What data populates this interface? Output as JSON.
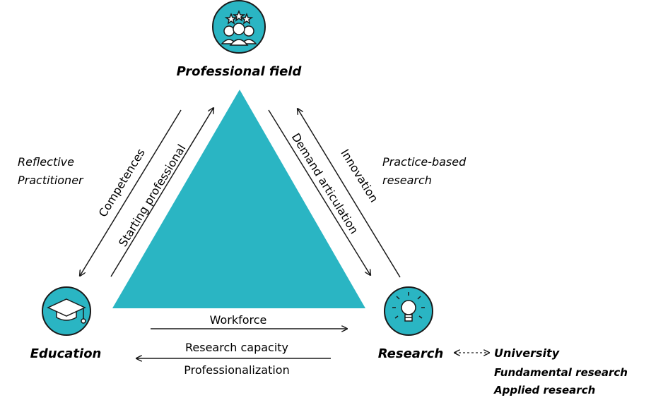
{
  "nodes": {
    "professional_field": "Professional field",
    "education": "Education",
    "research": "Research"
  },
  "side_notes": {
    "reflective_practitioner": [
      "Reflective",
      "Practitioner"
    ],
    "practice_based_research": [
      "Practice-based",
      "research"
    ]
  },
  "flows": {
    "competences": "Competences",
    "starting_professional": "Starting professional",
    "demand_articulation": "Demand articulation",
    "innovation": "Innovation",
    "workforce": "Workforce",
    "research_capacity": "Research capacity",
    "professionalization": "Professionalization"
  },
  "university": {
    "title": "University",
    "items": [
      "Fundamental research",
      "Applied research"
    ]
  },
  "icons": {
    "professional_field": "group-people-stars-icon",
    "education": "graduation-cap-icon",
    "research": "lightbulb-icon"
  },
  "colors": {
    "teal": "#2ab5c3",
    "ink": "#1a1a1a"
  }
}
